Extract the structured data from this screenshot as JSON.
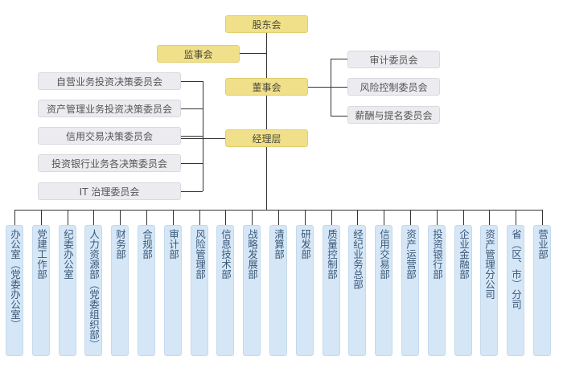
{
  "top": {
    "shareholders": "股东会",
    "supervisors": "监事会",
    "board": "董事会",
    "management": "经理层"
  },
  "board_committees": [
    "审计委员会",
    "风险控制委员会",
    "薪酬与提名委员会"
  ],
  "management_committees": [
    "自营业务投资决策委员会",
    "资产管理业务投资决策委员会",
    "信用交易决策委员会",
    "投资银行业务各决策委员会",
    "IT 治理委员会"
  ],
  "departments": [
    "办公室（党委办公室）",
    "党建工作部",
    "纪委办公室",
    "人力资源部（党委组织部）",
    "财务部",
    "合规部",
    "审计部",
    "风险管理部",
    "信息技术部",
    "战略发展部",
    "清算部",
    "研发部",
    "质量控制部",
    "经纪业务总部",
    "信用交易部",
    "资产运营部",
    "投资银行部",
    "企业金融部",
    "资产管理分公司",
    "省（区、市）分司",
    "营业部"
  ]
}
